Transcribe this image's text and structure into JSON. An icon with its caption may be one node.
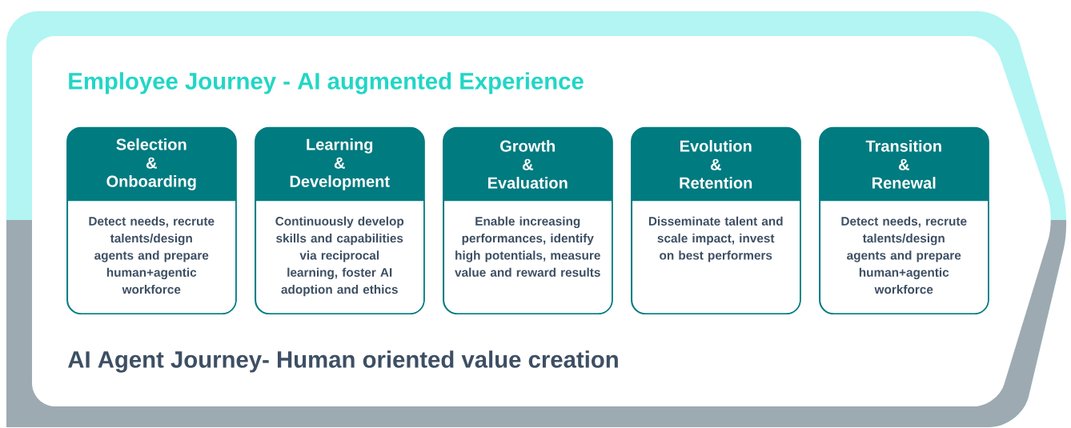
{
  "diagram": {
    "nodes": [
      {
        "text": [
          "Employee Journey - AI augmented Experience",
          "AI Agent Journey- Human oriented value creation"
        ]
      },
      {
        "text": [
          "Selection & Onboarding",
          "Detect needs, recrute talents/design agents and prepare human+agentic workforce"
        ],
        "in": 0
      },
      {
        "text": [
          "Learning & Development",
          "Continuously develop skills and capabilities via reciprocal learning, foster AI adoption and ethics"
        ],
        "in": 0
      },
      {
        "text": [
          "Growth & Evaluation",
          "Enable increasing performances, identify high potentials, measure value and reward results"
        ],
        "in": 0
      },
      {
        "text": [
          "Evolution & Retention",
          "Disseminate talent and scale impact, invest on best performers"
        ],
        "in": 0
      },
      {
        "text": [
          "Transition & Renewal",
          "Detect needs, recrute talents/design agents and prepare human+agentic workforce"
        ],
        "in": 0
      }
    ]
  }
}
